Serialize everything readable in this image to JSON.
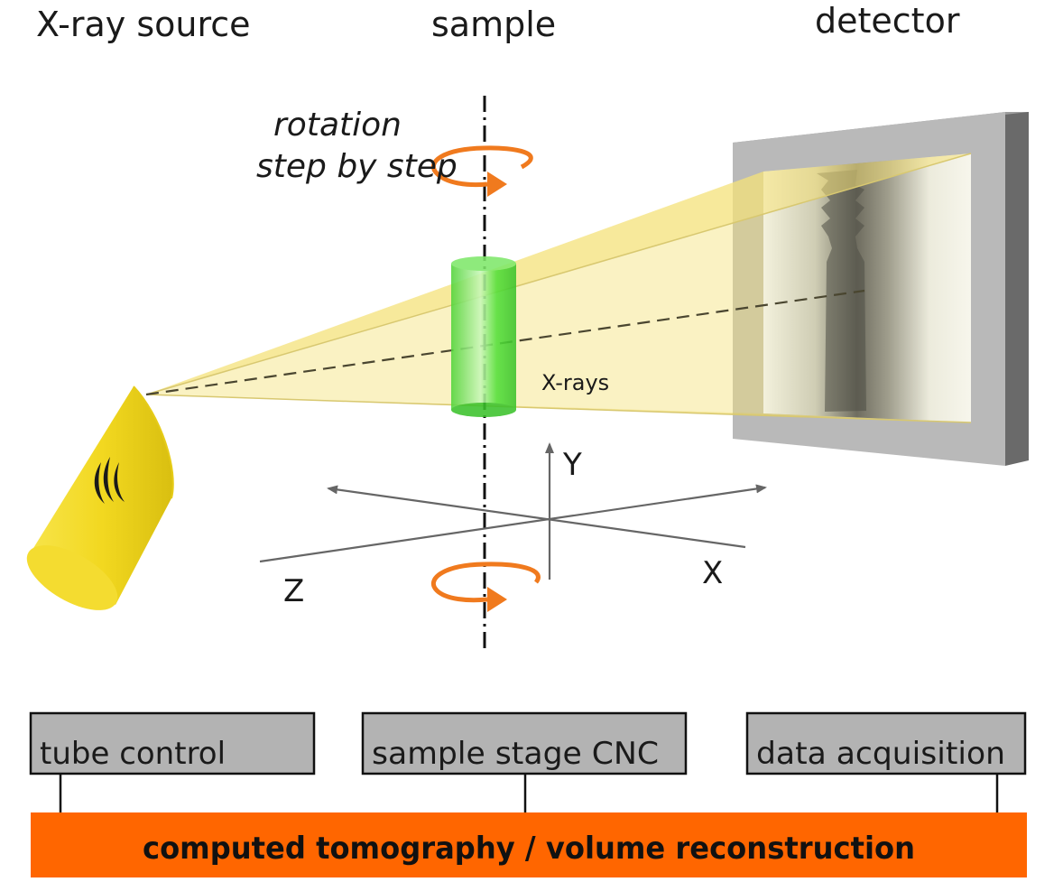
{
  "headings": {
    "source": "X-ray source",
    "sample": "sample",
    "detector": "detector"
  },
  "labels": {
    "rotation_line1": "rotation",
    "rotation_line2": "step by step",
    "xrays": "X-rays",
    "axis_y": "Y",
    "axis_x": "X",
    "axis_z": "Z"
  },
  "boxes": {
    "tube_control": "tube control",
    "sample_stage": "sample stage CNC",
    "data_acquisition": "data acquisition"
  },
  "bar": {
    "label": "computed tomography / volume reconstruction"
  },
  "colors": {
    "beam": "#f5e27a",
    "tube": "#f2d820",
    "sample": "#3fdc32",
    "rotation_arrow": "#f07a1e",
    "detector_frame": "#b9b9b9",
    "box_fill": "#b3b3b3",
    "bar_fill": "#ff6600"
  }
}
